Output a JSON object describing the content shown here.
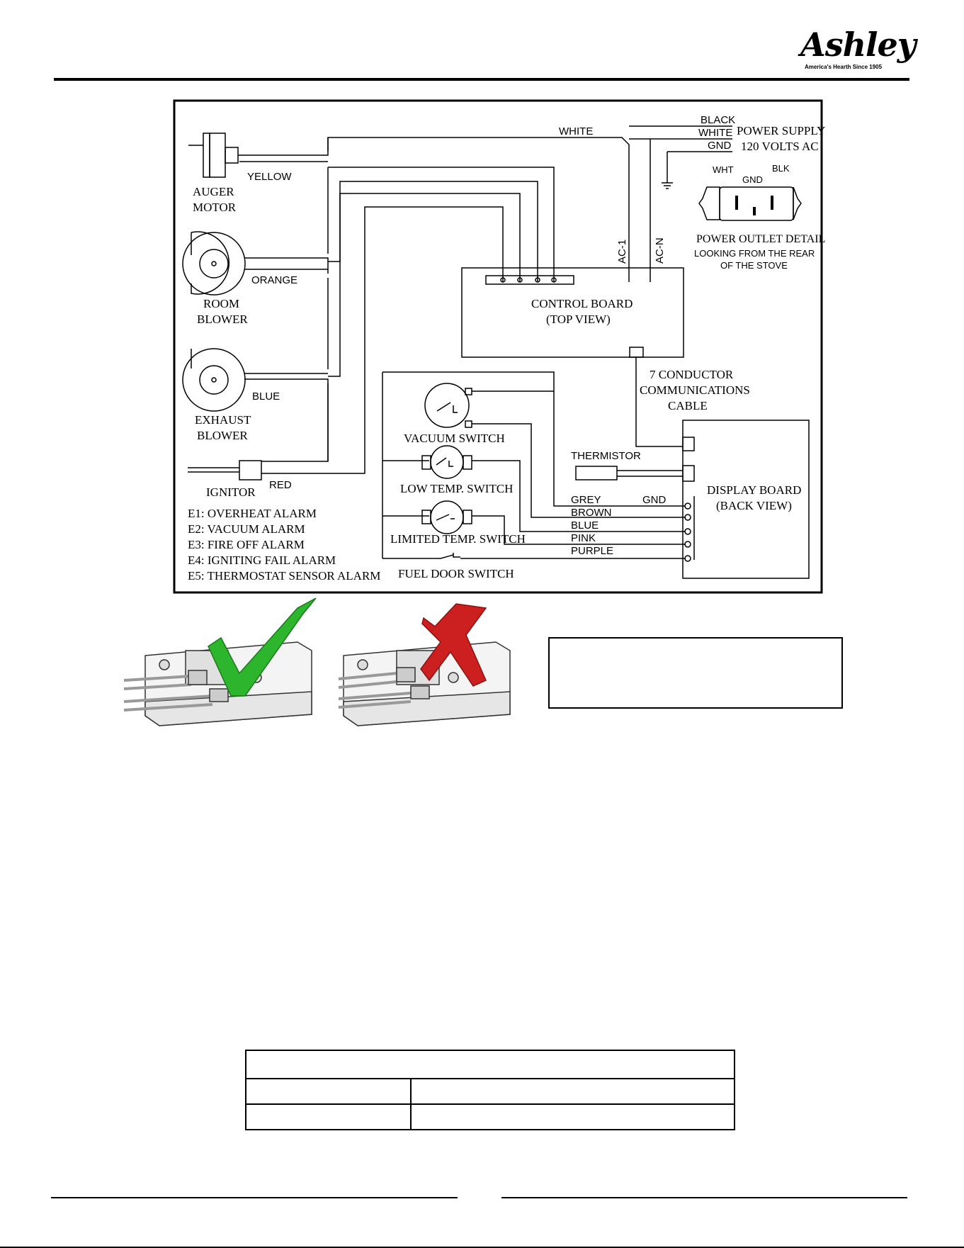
{
  "logo": {
    "word": "Ashley",
    "tagline": "America's Hearth Since 1905"
  },
  "diagram": {
    "power": {
      "black": "BLACK",
      "white": "WHITE",
      "gnd": "GND",
      "supply_1": "POWER SUPPLY",
      "supply_2": "120 VOLTS AC"
    },
    "outlet": {
      "wht": "WHT",
      "gnd": "GND",
      "blk": "BLK",
      "title": "POWER OUTLET DETAIL",
      "sub_1": "LOOKING FROM THE REAR",
      "sub_2": "OF THE STOVE"
    },
    "wire_labels": {
      "white": "WHITE",
      "yellow": "YELLOW",
      "orange": "ORANGE",
      "blue": "BLUE",
      "red": "RED",
      "ac1": "AC-1",
      "acn": "AC-N"
    },
    "components": {
      "auger_1": "AUGER",
      "auger_2": "MOTOR",
      "room_1": "ROOM",
      "room_2": "BLOWER",
      "exhaust_1": "EXHAUST",
      "exhaust_2": "BLOWER",
      "ignitor": "IGNITOR",
      "control_1": "CONTROL BOARD",
      "control_2": "(TOP VIEW)",
      "cable_1": "7 CONDUCTOR",
      "cable_2": "COMMUNICATIONS",
      "cable_3": "CABLE",
      "vacuum": "VACUUM SWITCH",
      "thermistor": "THERMISTOR",
      "low_temp": "LOW TEMP. SWITCH",
      "limited_temp": "LIMITED TEMP. SWITCH",
      "fuel_door": "FUEL DOOR SWITCH",
      "display_1": "DISPLAY BOARD",
      "display_2": "(BACK VIEW)"
    },
    "display_wires": {
      "grey": "GREY",
      "gnd": "GND",
      "brown": "BROWN",
      "blue": "BLUE",
      "pink": "PINK",
      "purple": "PURPLE"
    },
    "alarms": [
      "E1: OVERHEAT ALARM",
      "E2: VACUUM ALARM",
      "E3: FIRE OFF ALARM",
      "E4: IGNITING FAIL ALARM",
      "E5: THERMOSTAT SENSOR ALARM"
    ]
  },
  "colors": {
    "check": "#2db52d",
    "cross": "#cc1f1f",
    "line": "#000000"
  },
  "icons": {
    "correct": "check-mark-icon",
    "incorrect": "cross-mark-icon"
  }
}
